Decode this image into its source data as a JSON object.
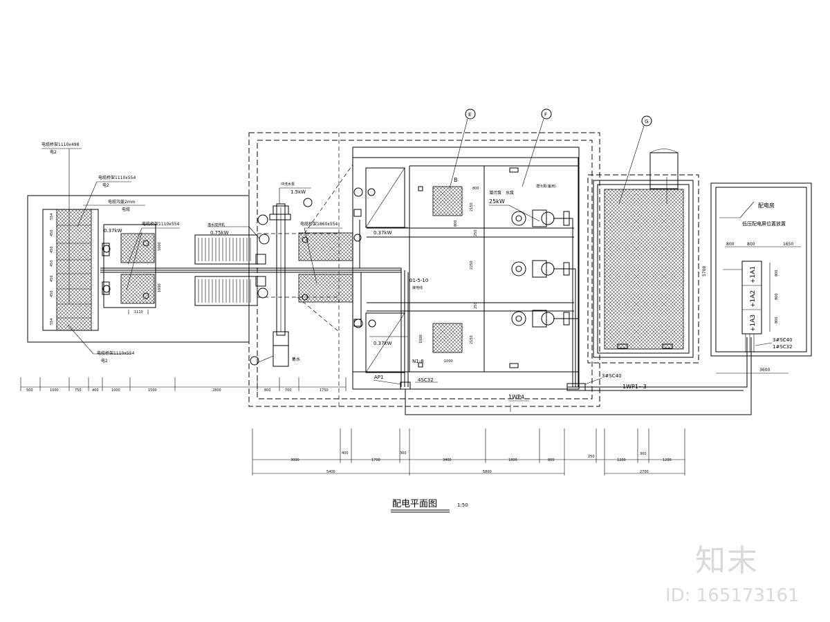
{
  "drawing": {
    "title": "配电平面图",
    "scale": "1:50",
    "callouts": {
      "e": "E",
      "f": "F",
      "g": "G"
    }
  },
  "labels": {
    "box_top_left": "电缆桥架1110x498",
    "box_top_left_sub": "电2",
    "box_mid_left": "电缆桥架1110x554",
    "box_mid_left_sub": "电2",
    "grating": "电缆沟盖2mm",
    "grating_sub": "电缆",
    "motor_left": "0.37kW",
    "box_pump_left": "电缆桥架1110x554",
    "motor_mid": "0.75kW",
    "motor_mid_name": "潜水搅拌机",
    "motor_top": "1.5kW",
    "motor_top_name": "冲洗水泵",
    "box_pump_right": "电缆桥架1860x554",
    "motor_right_top": "0.37kW",
    "motor_right_bot": "0.37kW",
    "pump_kw": "25kW",
    "pump_name": "潜污泵",
    "pump_name2": "水泵",
    "pump_name3": "潜污泵(备用)",
    "room_label": "B",
    "box_bottom_left": "电缆桥架1110x554",
    "box_bottom_left_sub": "电2",
    "sump": "集水",
    "circuit_1": "01-5-10",
    "circuit_1_sub": "接地线",
    "circuit_2": "N1-8",
    "ap1": "AP1",
    "sc32": "4SC32",
    "sc40": "3#SC40",
    "wp4": "1WP4",
    "wp13": "1WP1~3",
    "elec_room": "配电房",
    "elec_room_note": "低压配电屏位置放置",
    "panels": [
      "+1A1",
      "+1A2",
      "+1A3"
    ],
    "cab_sc40": "3#SC40",
    "cab_sc32": "1#SC32"
  },
  "dimensions": {
    "room_w_a": "800",
    "room_w_b": "800",
    "room_w_c": "1650",
    "panel_h": [
      "800",
      "800",
      "800"
    ],
    "room_h": "5700",
    "room_bottom": "3600",
    "pit_a": "800",
    "pit_b": "2150",
    "pit_c": "2250",
    "pit_d": "2150",
    "pit_e": "250",
    "pit_f": "250",
    "pit_g": "1000",
    "pit_h": "1000",
    "left_a": "554",
    "left_b": "450",
    "left_c": "1000",
    "left_d": "1110",
    "left_row": [
      "500",
      "1000",
      "750",
      "400",
      "1000",
      "1500",
      "2800",
      "800",
      "700",
      "1750"
    ],
    "bottom_row1": [
      "3000",
      "400",
      "1700",
      "300",
      "3400",
      "1800",
      "800",
      "250",
      "1200",
      "300",
      "1200"
    ],
    "bottom_total": [
      "5400",
      "5800",
      "2700"
    ]
  },
  "watermark": {
    "logo": "知末",
    "id": "ID: 165173161"
  }
}
